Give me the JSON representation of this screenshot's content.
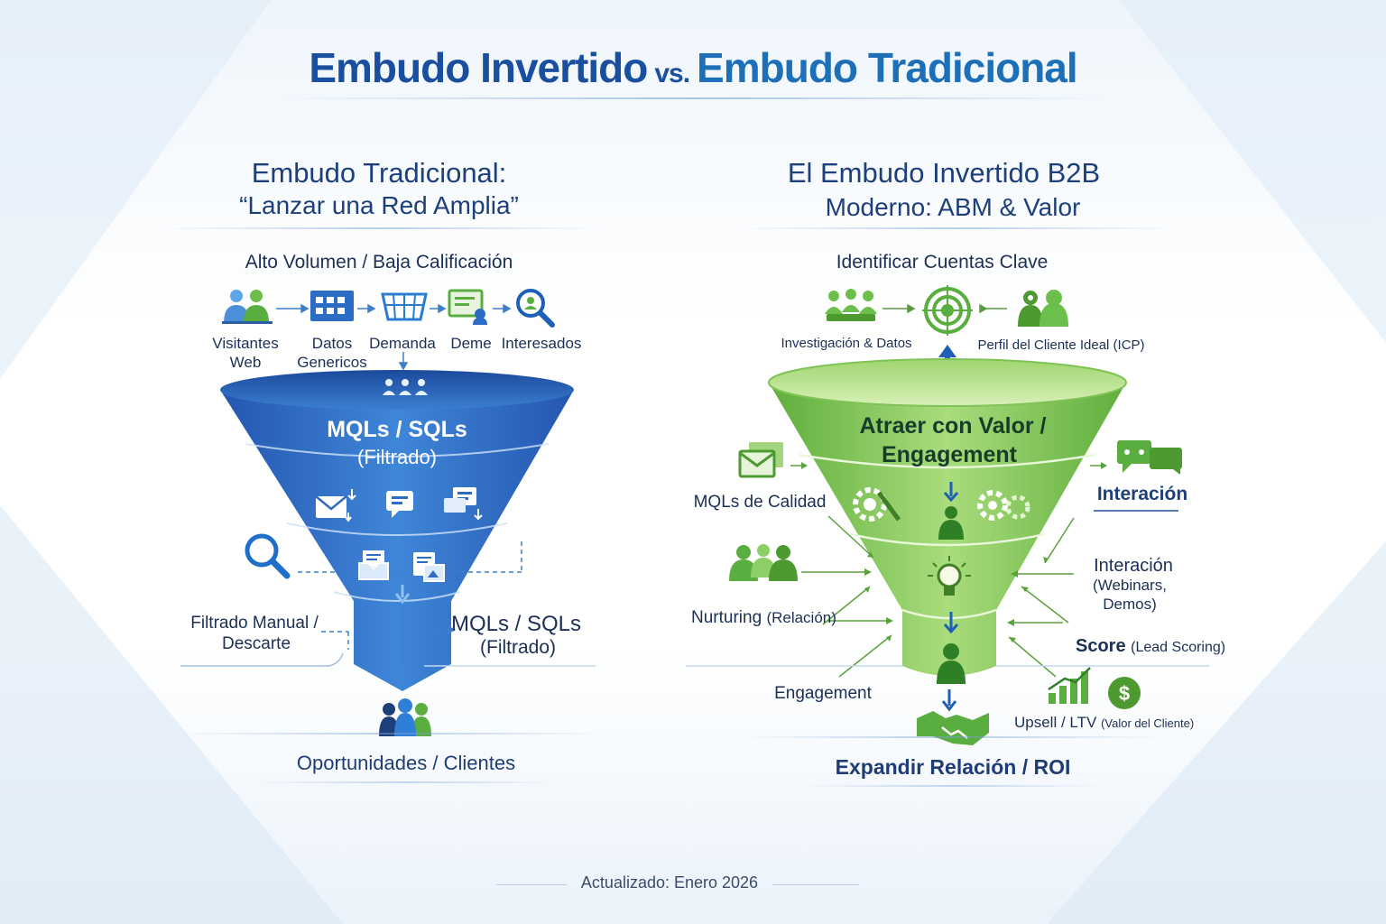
{
  "header": {
    "title_left": "Embudo Invertido",
    "title_vs": "vs.",
    "title_right": "Embudo Tradicional"
  },
  "left": {
    "title_line1": "Embudo Tradicional:",
    "title_line2": "“Lanzar una Red Amplia”",
    "top_label": "Alto Volumen / Baja Calificación",
    "sources": [
      {
        "label": "Visitantes\nWeb",
        "icon": "web-visitors-icon"
      },
      {
        "label": "Datos\nGenericos",
        "icon": "data-grid-icon"
      },
      {
        "label": "Demanda",
        "icon": "basket-icon"
      },
      {
        "label": "Deme",
        "icon": "demo-screen-icon"
      },
      {
        "label": "Interesados",
        "icon": "search-user-icon"
      }
    ],
    "funnel_label_line1": "MQLs / SQLs",
    "funnel_label_line2": "(Filtrado)",
    "filter_label_line1": "Filtrado Manual /",
    "filter_label_line2": "Descarte",
    "output_label_line1": "MQLs / SQLs",
    "output_label_line2": "(Filtrado)",
    "bottom_label": "Oportunidades / Clientes"
  },
  "right": {
    "title_line1": "El Embudo Invertido B2B",
    "title_line2": "Moderno: ABM & Valor",
    "top_label": "Identificar Cuentas Clave",
    "research_label": "Investigación & Datos",
    "icp_label": "Perfil del Cliente Ideal (ICP)",
    "funnel_label_line1": "Atraer con Valor /",
    "funnel_label_line2": "Engagement",
    "mql_label": "MQLs de Calidad",
    "interaction_label": "Interación",
    "interaction2_line1": "Interación",
    "interaction2_line2": "(Webinars,",
    "interaction2_line3": "Demos)",
    "nurturing_main": "Nurturing",
    "nurturing_sub": "(Relación)",
    "score_main": "Score",
    "score_sub": "(Lead Scoring)",
    "engagement_label": "Engagement",
    "upsell_main": "Upsell / LTV",
    "upsell_sub": "(Valor del Cliente)",
    "bottom_label": "Expandir Relación / ROI"
  },
  "footer": {
    "updated": "Actualizado: Enero 2026"
  },
  "colors": {
    "blue_dark": "#1f4ea8",
    "blue_light": "#4f92de",
    "green_dark": "#66b545",
    "green_light": "#bfe595",
    "title_navy": "#1a4fa0"
  }
}
